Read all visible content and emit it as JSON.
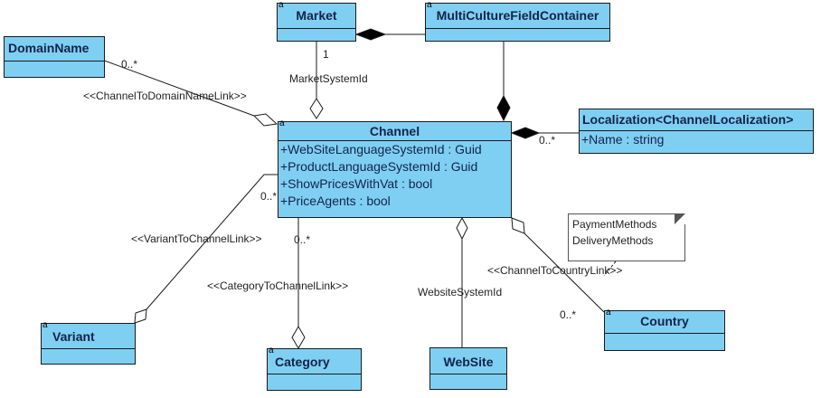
{
  "classes": {
    "market": {
      "name": "Market"
    },
    "multiculture": {
      "name": "MultiCultureFieldContainer"
    },
    "domainname": {
      "name": "DomainName"
    },
    "channel": {
      "name": "Channel",
      "attributes": [
        "+WebSiteLanguageSystemId : Guid",
        "+ProductLanguageSystemId : Guid",
        "+ShowPricesWithVat : bool",
        "+PriceAgents : bool"
      ]
    },
    "localization": {
      "name": "Localization<ChannelLocalization>",
      "attributes": [
        "+Name : string"
      ]
    },
    "variant": {
      "name": "Variant"
    },
    "category": {
      "name": "Category"
    },
    "website": {
      "name": "WebSite"
    },
    "country": {
      "name": "Country"
    }
  },
  "abstract_marker": "a",
  "labels": {
    "market_mult": "1",
    "market_role": "MarketSystemId",
    "domain_mult": "0..*",
    "domain_link": "<<ChannelToDomainNameLink>>",
    "localization_mult": "0..*",
    "variant_mult": "0..*",
    "variant_link": "<<VariantToChannelLink>>",
    "category_mult": "0..*",
    "category_link": "<<CategoryToChannelLink>>",
    "website_role": "WebsiteSystemId",
    "country_link": "<<ChannelToCountryLink>>",
    "country_mult": "0..*"
  },
  "note": {
    "lines": [
      "PaymentMethods",
      "DeliveryMethods"
    ]
  },
  "colors": {
    "class_fill": "#7fcff3",
    "line": "#1a1a1a"
  }
}
